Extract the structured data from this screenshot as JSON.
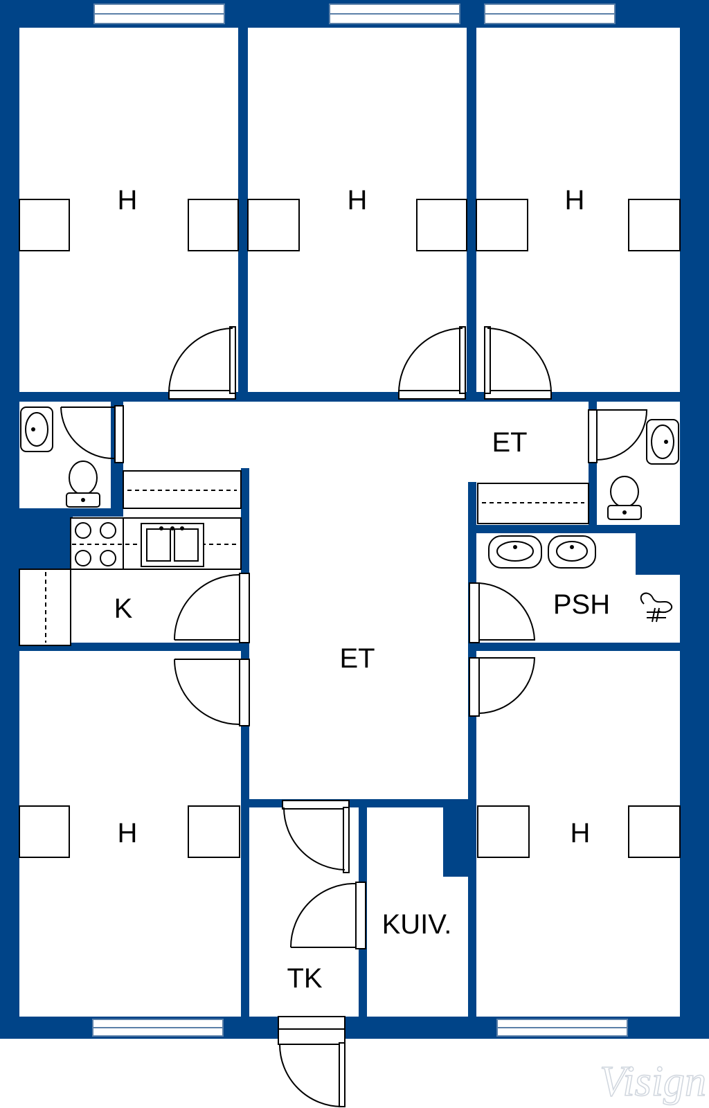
{
  "plan": {
    "room_labels": {
      "bedroom_1": "H",
      "bedroom_2": "H",
      "bedroom_3": "H",
      "bedroom_4": "H",
      "bedroom_5": "H",
      "hall_upper": "ET",
      "hall_main": "ET",
      "kitchen": "K",
      "washroom": "PSH",
      "closet": "TK",
      "drying_room": "KUIV."
    },
    "watermark": "Visign",
    "colors": {
      "wall": "#004488",
      "floor": "#ffffff",
      "line": "#000000"
    }
  }
}
